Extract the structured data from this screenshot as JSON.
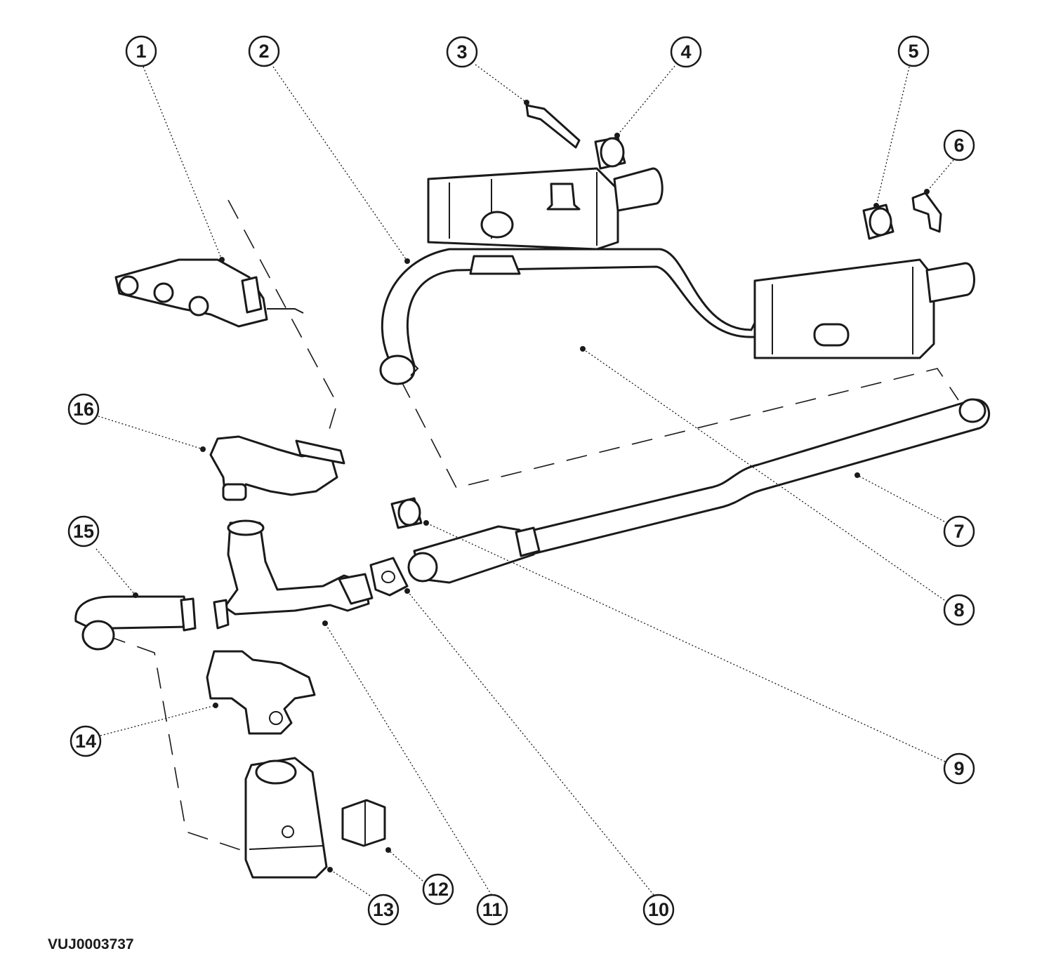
{
  "diagram": {
    "reference_code": "VUJ0003737",
    "callouts": [
      {
        "label": "1"
      },
      {
        "label": "2"
      },
      {
        "label": "3"
      },
      {
        "label": "4"
      },
      {
        "label": "5"
      },
      {
        "label": "6"
      },
      {
        "label": "7"
      },
      {
        "label": "8"
      },
      {
        "label": "9"
      },
      {
        "label": "10"
      },
      {
        "label": "11"
      },
      {
        "label": "12"
      },
      {
        "label": "13"
      },
      {
        "label": "14"
      },
      {
        "label": "15"
      },
      {
        "label": "16"
      }
    ],
    "colors": {
      "line": "#1a1a1a",
      "background": "#ffffff",
      "shade": "#cfcfcf"
    }
  }
}
